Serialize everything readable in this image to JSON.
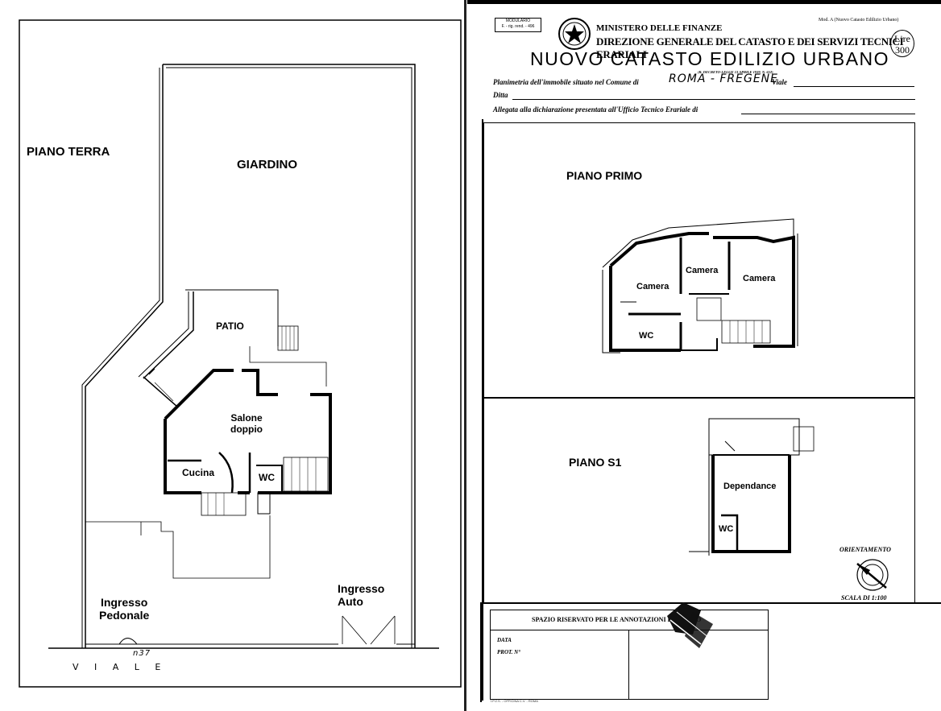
{
  "left_sheet": {
    "piano_terra": "PIANO TERRA",
    "giardino": "GIARDINO",
    "patio": "PATIO",
    "salone_line1": "Salone",
    "salone_line2": "doppio",
    "cucina": "Cucina",
    "wc": "WC",
    "ingresso_pedonale_line1": "Ingresso",
    "ingresso_pedonale_line2": "Pedonale",
    "ingresso_auto_line1": "Ingresso",
    "ingresso_auto_line2": "Auto",
    "civic_number": "n37",
    "street": "V  I  A  L  E"
  },
  "header": {
    "modulario_line1": "MODULARIO",
    "modulario_line2": "F. - rig. rend. - 496",
    "ministry": "MINISTERO DELLE FINANZE",
    "directorate": "DIREZIONE GENERALE DEL CATASTO E DEI SERVIZI TECNICI ERARIALI",
    "title": "NUOVO CATASTO EDILIZIO URBANO",
    "decree": "(R. DECRETO-LEGGE 13 APRILE 1939, N. 652)",
    "model": "Mod. A (Nuovo Catasto Edilizio Urbano)",
    "stamp_line1": "Lire",
    "stamp_line2": "300",
    "planimetria_label": "Planimetria dell'immobile situato nel Comune di",
    "planimetria_value": "ROMA - FREGENE",
    "viale_label": "Viale",
    "ditta_label": "Ditta",
    "allegata_label": "Allegata alla dichiarazione presentata all'Ufficio Tecnico Erariale di"
  },
  "first_floor": {
    "title": "PIANO PRIMO",
    "camera_left": "Camera",
    "camera_mid": "Camera",
    "camera_right": "Camera",
    "wc": "WC"
  },
  "basement": {
    "title": "PIANO S1",
    "dependance": "Dependance",
    "wc": "WC"
  },
  "orientation": {
    "label": "ORIENTAMENTO",
    "scale": "SCALA DI 1:100"
  },
  "reserved_box": {
    "title": "SPAZIO RISERVATO PER LE ANNOTAZIONI D'UFFICIO",
    "data_label": "DATA",
    "prot_label": "PROT. N°"
  },
  "footer_print": "I.P.Z.S. - OFFICINA C.V. - ROMA"
}
